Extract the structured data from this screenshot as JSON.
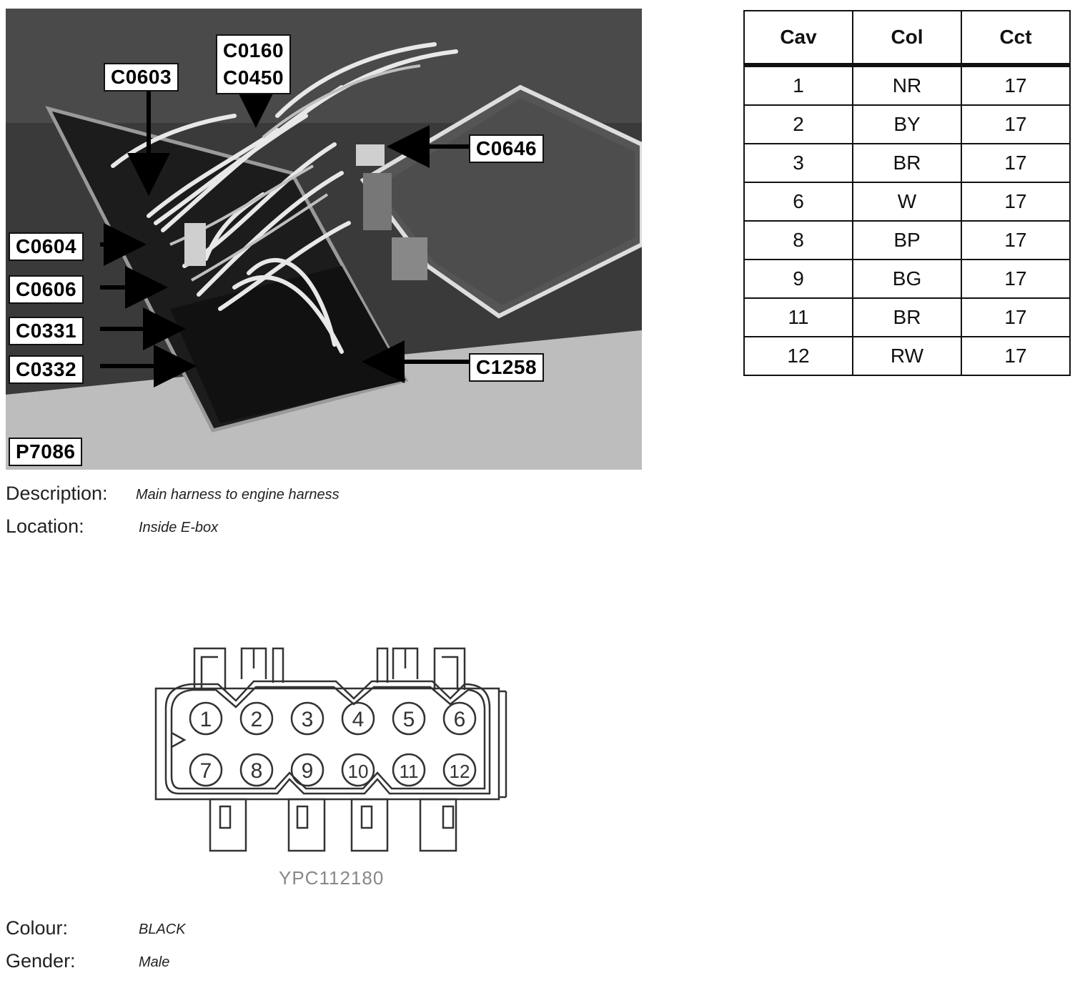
{
  "photo": {
    "labels": {
      "c0160": "C0160",
      "c0450": "C0450",
      "c0603": "C0603",
      "c0646": "C0646",
      "c0604": "C0604",
      "c0606": "C0606",
      "c0331": "C0331",
      "c0332": "C0332",
      "c1258": "C1258",
      "photo_id": "P7086"
    }
  },
  "info": {
    "description_label": "Description:",
    "description_value": "Main harness to engine harness",
    "location_label": "Location:",
    "location_value": "Inside E-box",
    "colour_label": "Colour:",
    "colour_value": "BLACK",
    "gender_label": "Gender:",
    "gender_value": "Male"
  },
  "table": {
    "headers": [
      "Cav",
      "Col",
      "Cct"
    ],
    "rows": [
      [
        "1",
        "NR",
        "17"
      ],
      [
        "2",
        "BY",
        "17"
      ],
      [
        "3",
        "BR",
        "17"
      ],
      [
        "6",
        "W",
        "17"
      ],
      [
        "8",
        "BP",
        "17"
      ],
      [
        "9",
        "BG",
        "17"
      ],
      [
        "11",
        "BR",
        "17"
      ],
      [
        "12",
        "RW",
        "17"
      ]
    ]
  },
  "connector": {
    "pins_top": [
      "1",
      "2",
      "3",
      "4",
      "5",
      "6"
    ],
    "pins_bottom": [
      "7",
      "8",
      "9",
      "10",
      "11",
      "12"
    ],
    "code": "YPC112180"
  }
}
